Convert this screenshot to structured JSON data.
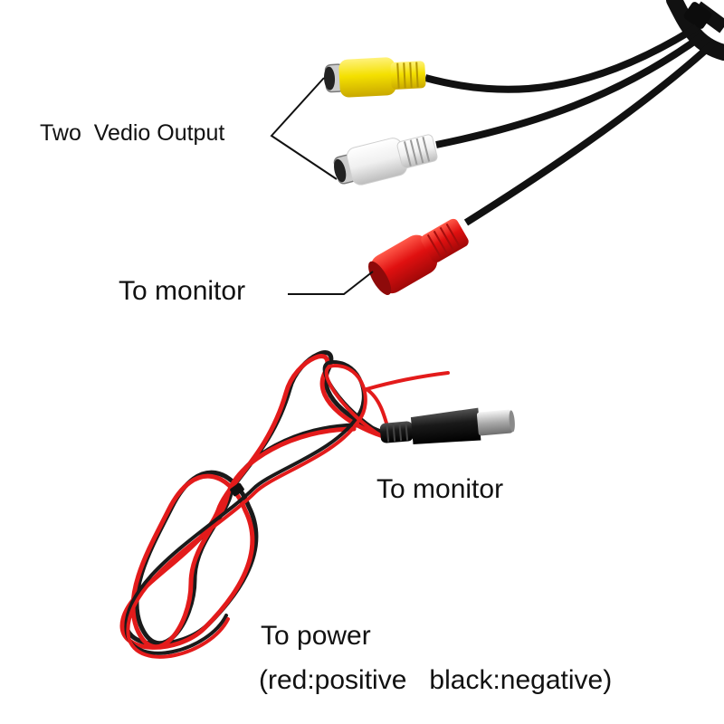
{
  "labels": {
    "video_output": "Two  Vedio Output",
    "rca_to_monitor": "To monitor",
    "dc_to_monitor": "To monitor",
    "to_power": "To power",
    "polarity_note": "(red:positive   black:negative)"
  },
  "colors": {
    "background": "#ffffff",
    "cable_black": "#111111",
    "rca_yellow": "#f4e000",
    "rca_white": "#f2f2f2",
    "rca_red": "#e01010",
    "wire_red": "#e31b1b",
    "wire_black": "#1a1a1a",
    "text": "#111111"
  }
}
